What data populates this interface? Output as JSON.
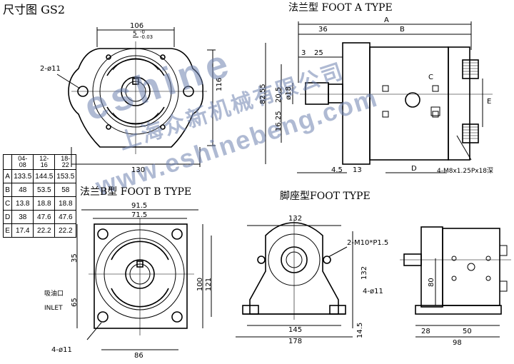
{
  "titles": {
    "main": "尺寸图 GS2",
    "foot_a": "法兰型 FOOT A TYPE",
    "foot_b": "法兰B型 FOOT B TYPE",
    "foot": "脚座型FOOT TYPE"
  },
  "front_view": {
    "hole_label": "2-ø11",
    "dim_106": "106",
    "dim_5": "5",
    "dim_tol": "-0\n-0.03",
    "dim_116": "116",
    "dim_130": "130"
  },
  "side_view_a": {
    "dim_36": "36",
    "dim_b": "B",
    "dim_a": "A",
    "dim_3": "3",
    "dim_25": "25",
    "dim_82_55": "82.55",
    "dim_20_5": "20.5",
    "dim_phi18": "ø18",
    "dim_16_25": "16.25",
    "dim_c": "C",
    "dim_e": "E",
    "dim_4_5": "4.5",
    "dim_13": "13",
    "dim_d": "D",
    "thread_label": "4-M8x1.25Px18深"
  },
  "table": {
    "headers": [
      "",
      "04-\n08",
      "12-\n16",
      "18-\n22"
    ],
    "rows": [
      [
        "A",
        "133.5",
        "144.5",
        "153.5"
      ],
      [
        "B",
        "48",
        "53.5",
        "58"
      ],
      [
        "C",
        "13.8",
        "18.8",
        "18.8"
      ],
      [
        "D",
        "38",
        "47.6",
        "47.6"
      ],
      [
        "E",
        "17.4",
        "22.2",
        "22.2"
      ]
    ]
  },
  "view_b": {
    "dim_91_5": "91.5",
    "dim_71_5": "71.5",
    "dim_35": "35",
    "dim_65": "65",
    "dim_100": "100",
    "dim_121": "121",
    "dim_86": "86",
    "inlet_cn": "吸油口",
    "inlet_en": "INLET",
    "holes": "4-ø11"
  },
  "view_foot": {
    "dim_132_top": "132",
    "thread": "2-M10*P1.5",
    "dim_132_side": "132",
    "holes": "4-ø11",
    "dim_145": "145",
    "dim_178": "178",
    "dim_14_5": "14.5"
  },
  "view_side": {
    "dim_80": "80",
    "dim_28": "28",
    "dim_50": "50",
    "dim_98": "98"
  },
  "watermark": {
    "line1": "eshine",
    "line2": "上海众新机械有限公司",
    "line3": "www.eshinebeng.com"
  }
}
